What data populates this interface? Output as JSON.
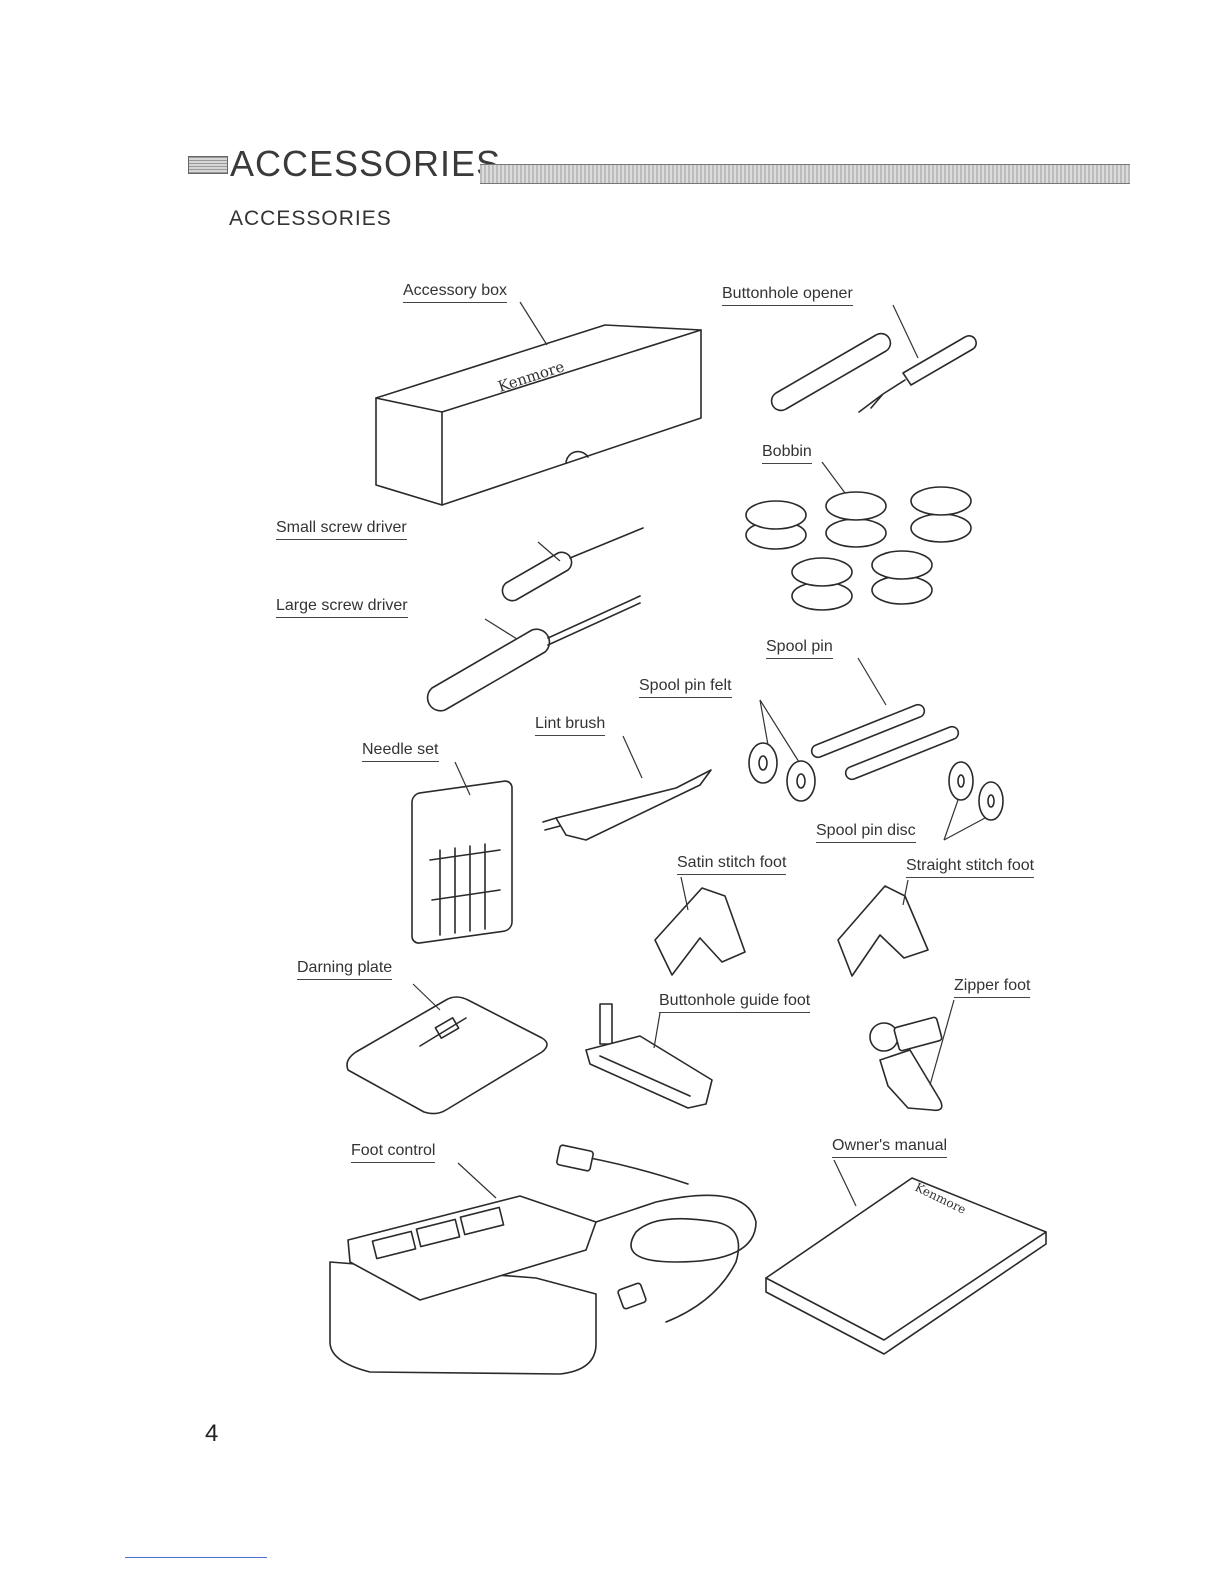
{
  "header": {
    "title": "ACCESSORIES"
  },
  "section": {
    "subtitle": "ACCESSORIES"
  },
  "labels": {
    "accessory_box": "Accessory box",
    "buttonhole_opener": "Buttonhole opener",
    "bobbin": "Bobbin",
    "small_screw_driver": "Small screw driver",
    "large_screw_driver": "Large screw driver",
    "spool_pin": "Spool pin",
    "spool_pin_felt": "Spool pin felt",
    "lint_brush": "Lint brush",
    "needle_set": "Needle set",
    "spool_pin_disc": "Spool pin disc",
    "satin_stitch_foot": "Satin stitch foot",
    "straight_stitch_foot": "Straight stitch foot",
    "darning_plate": "Darning plate",
    "buttonhole_guide_foot": "Buttonhole guide foot",
    "zipper_foot": "Zipper foot",
    "foot_control": "Foot control",
    "owners_manual": "Owner's manual"
  },
  "brand_marks": [
    "Kenmore",
    "Kenmore"
  ],
  "page_number": "4"
}
